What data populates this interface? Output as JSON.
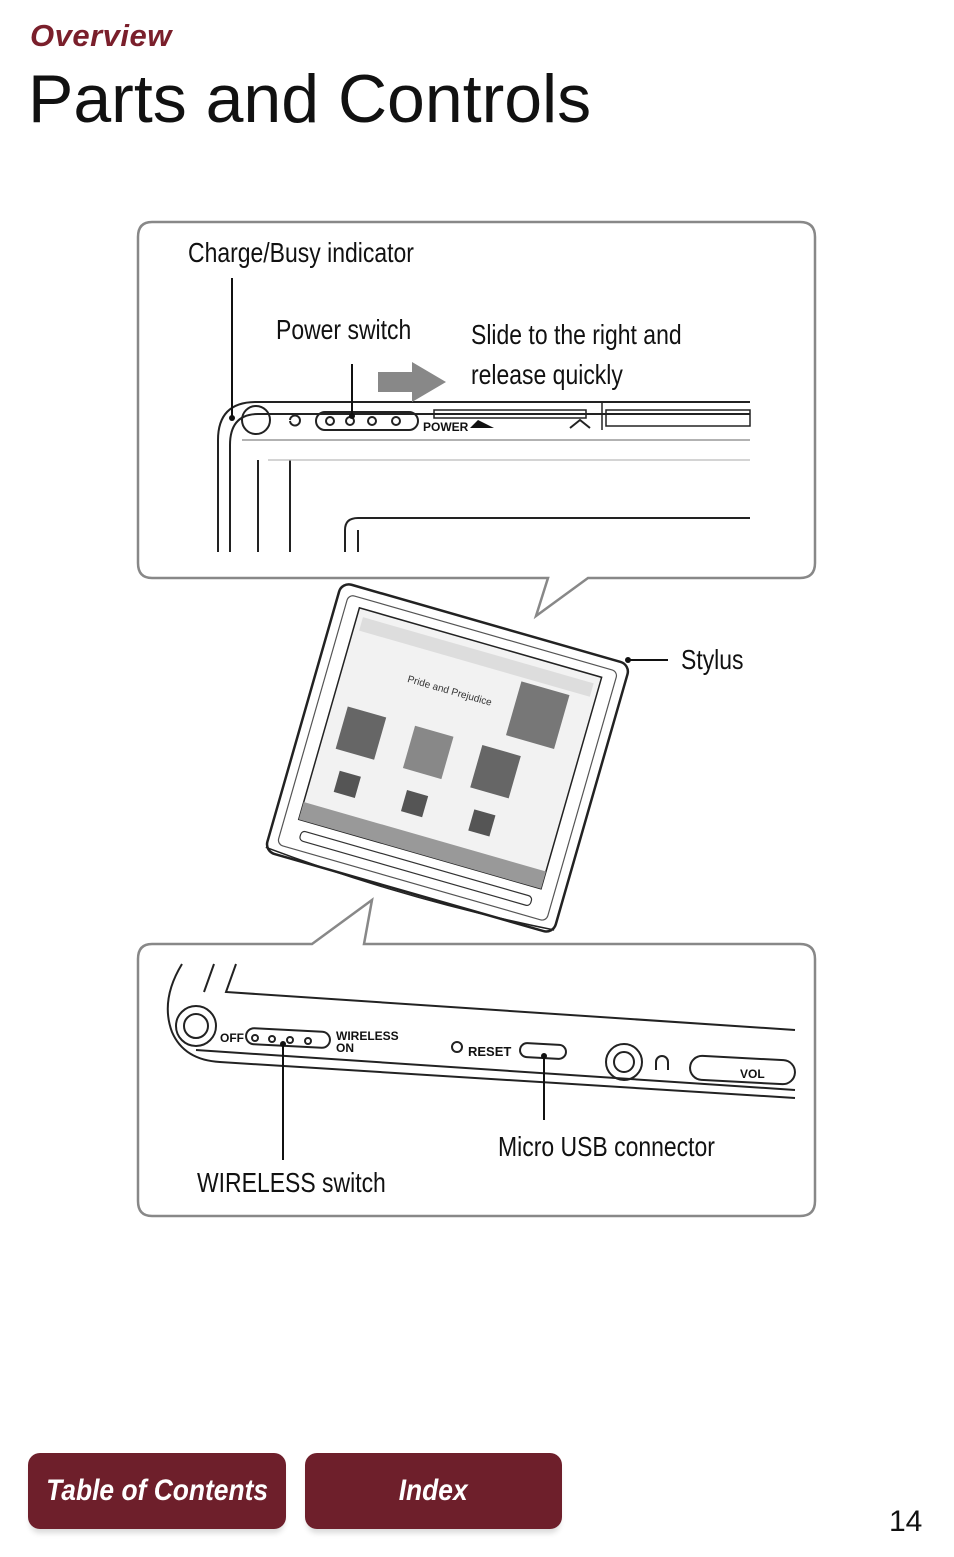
{
  "header": {
    "section": "Overview",
    "title": "Parts and Controls"
  },
  "labels": {
    "charge_busy": "Charge/Busy indicator",
    "power_switch": "Power switch",
    "slide_hint_line1": "Slide to the right and",
    "slide_hint_line2": "release quickly",
    "stylus": "Stylus",
    "micro_usb": "Micro USB connector",
    "wireless_switch": "WIRELESS switch"
  },
  "device_markings": {
    "power": "POWER",
    "off": "OFF",
    "wireless": "WIRELESS",
    "on": "ON",
    "reset": "RESET",
    "vol": "VOL",
    "screen_title": "Pride and Prejudice"
  },
  "nav": {
    "toc": "Table of Contents",
    "index": "Index"
  },
  "page_number": "14"
}
